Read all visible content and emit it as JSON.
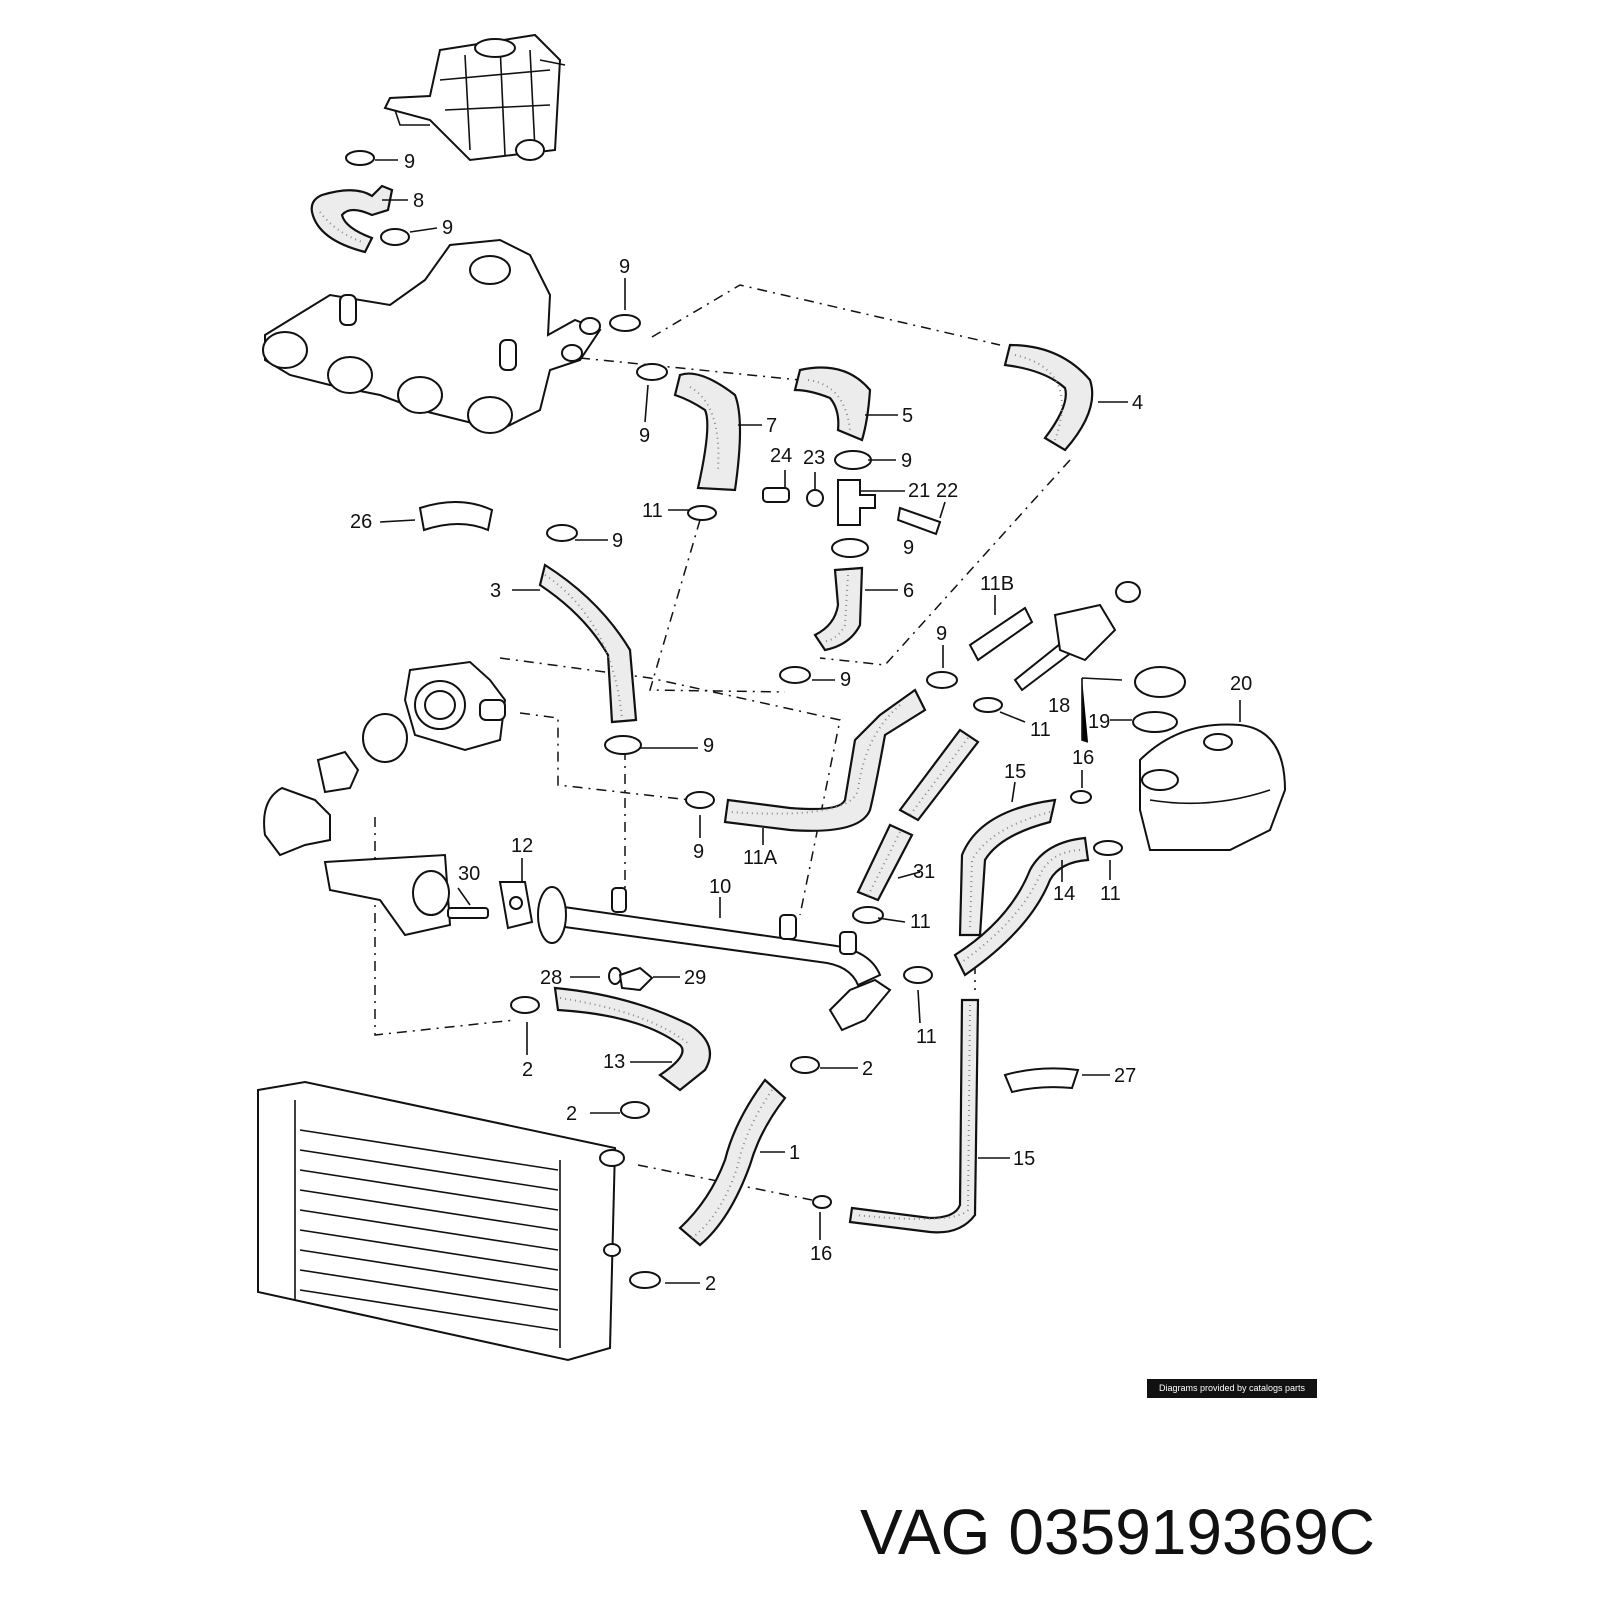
{
  "callouts": [
    {
      "id": "c9a",
      "text": "9"
    },
    {
      "id": "c8",
      "text": "8"
    },
    {
      "id": "c9b",
      "text": "9"
    },
    {
      "id": "c9c",
      "text": "9"
    },
    {
      "id": "c9d",
      "text": "9"
    },
    {
      "id": "c7",
      "text": "7"
    },
    {
      "id": "c5",
      "text": "5"
    },
    {
      "id": "c4",
      "text": "4"
    },
    {
      "id": "c24",
      "text": "24"
    },
    {
      "id": "c23",
      "text": "23"
    },
    {
      "id": "c9e",
      "text": "9"
    },
    {
      "id": "c21",
      "text": "21"
    },
    {
      "id": "c22",
      "text": "22"
    },
    {
      "id": "c11a",
      "text": "11"
    },
    {
      "id": "c26",
      "text": "26"
    },
    {
      "id": "c9f",
      "text": "9"
    },
    {
      "id": "c9g",
      "text": "9"
    },
    {
      "id": "c3",
      "text": "3"
    },
    {
      "id": "c6",
      "text": "6"
    },
    {
      "id": "c11B",
      "text": "11B"
    },
    {
      "id": "c9h",
      "text": "9"
    },
    {
      "id": "c9i",
      "text": "9"
    },
    {
      "id": "c18",
      "text": "18"
    },
    {
      "id": "c20",
      "text": "20"
    },
    {
      "id": "c11b",
      "text": "11"
    },
    {
      "id": "c19",
      "text": "19"
    },
    {
      "id": "c16a",
      "text": "16"
    },
    {
      "id": "c9j",
      "text": "9"
    },
    {
      "id": "c15a",
      "text": "15"
    },
    {
      "id": "c9k",
      "text": "9"
    },
    {
      "id": "c11A",
      "text": "11A"
    },
    {
      "id": "c14",
      "text": "14"
    },
    {
      "id": "c11c",
      "text": "11"
    },
    {
      "id": "c31",
      "text": "31"
    },
    {
      "id": "c12",
      "text": "12"
    },
    {
      "id": "c30",
      "text": "30"
    },
    {
      "id": "c10",
      "text": "10"
    },
    {
      "id": "c11d",
      "text": "11"
    },
    {
      "id": "c28",
      "text": "28"
    },
    {
      "id": "c29",
      "text": "29"
    },
    {
      "id": "c11e",
      "text": "11"
    },
    {
      "id": "c2a",
      "text": "2"
    },
    {
      "id": "c13",
      "text": "13"
    },
    {
      "id": "c2b",
      "text": "2"
    },
    {
      "id": "c27",
      "text": "27"
    },
    {
      "id": "c2c",
      "text": "2"
    },
    {
      "id": "c1",
      "text": "1"
    },
    {
      "id": "c15b",
      "text": "15"
    },
    {
      "id": "c16b",
      "text": "16"
    },
    {
      "id": "c2d",
      "text": "2"
    }
  ],
  "credit": "Diagrams provided by catalogs parts",
  "footer": {
    "brand": "VAG",
    "part_number": "035919369C"
  }
}
